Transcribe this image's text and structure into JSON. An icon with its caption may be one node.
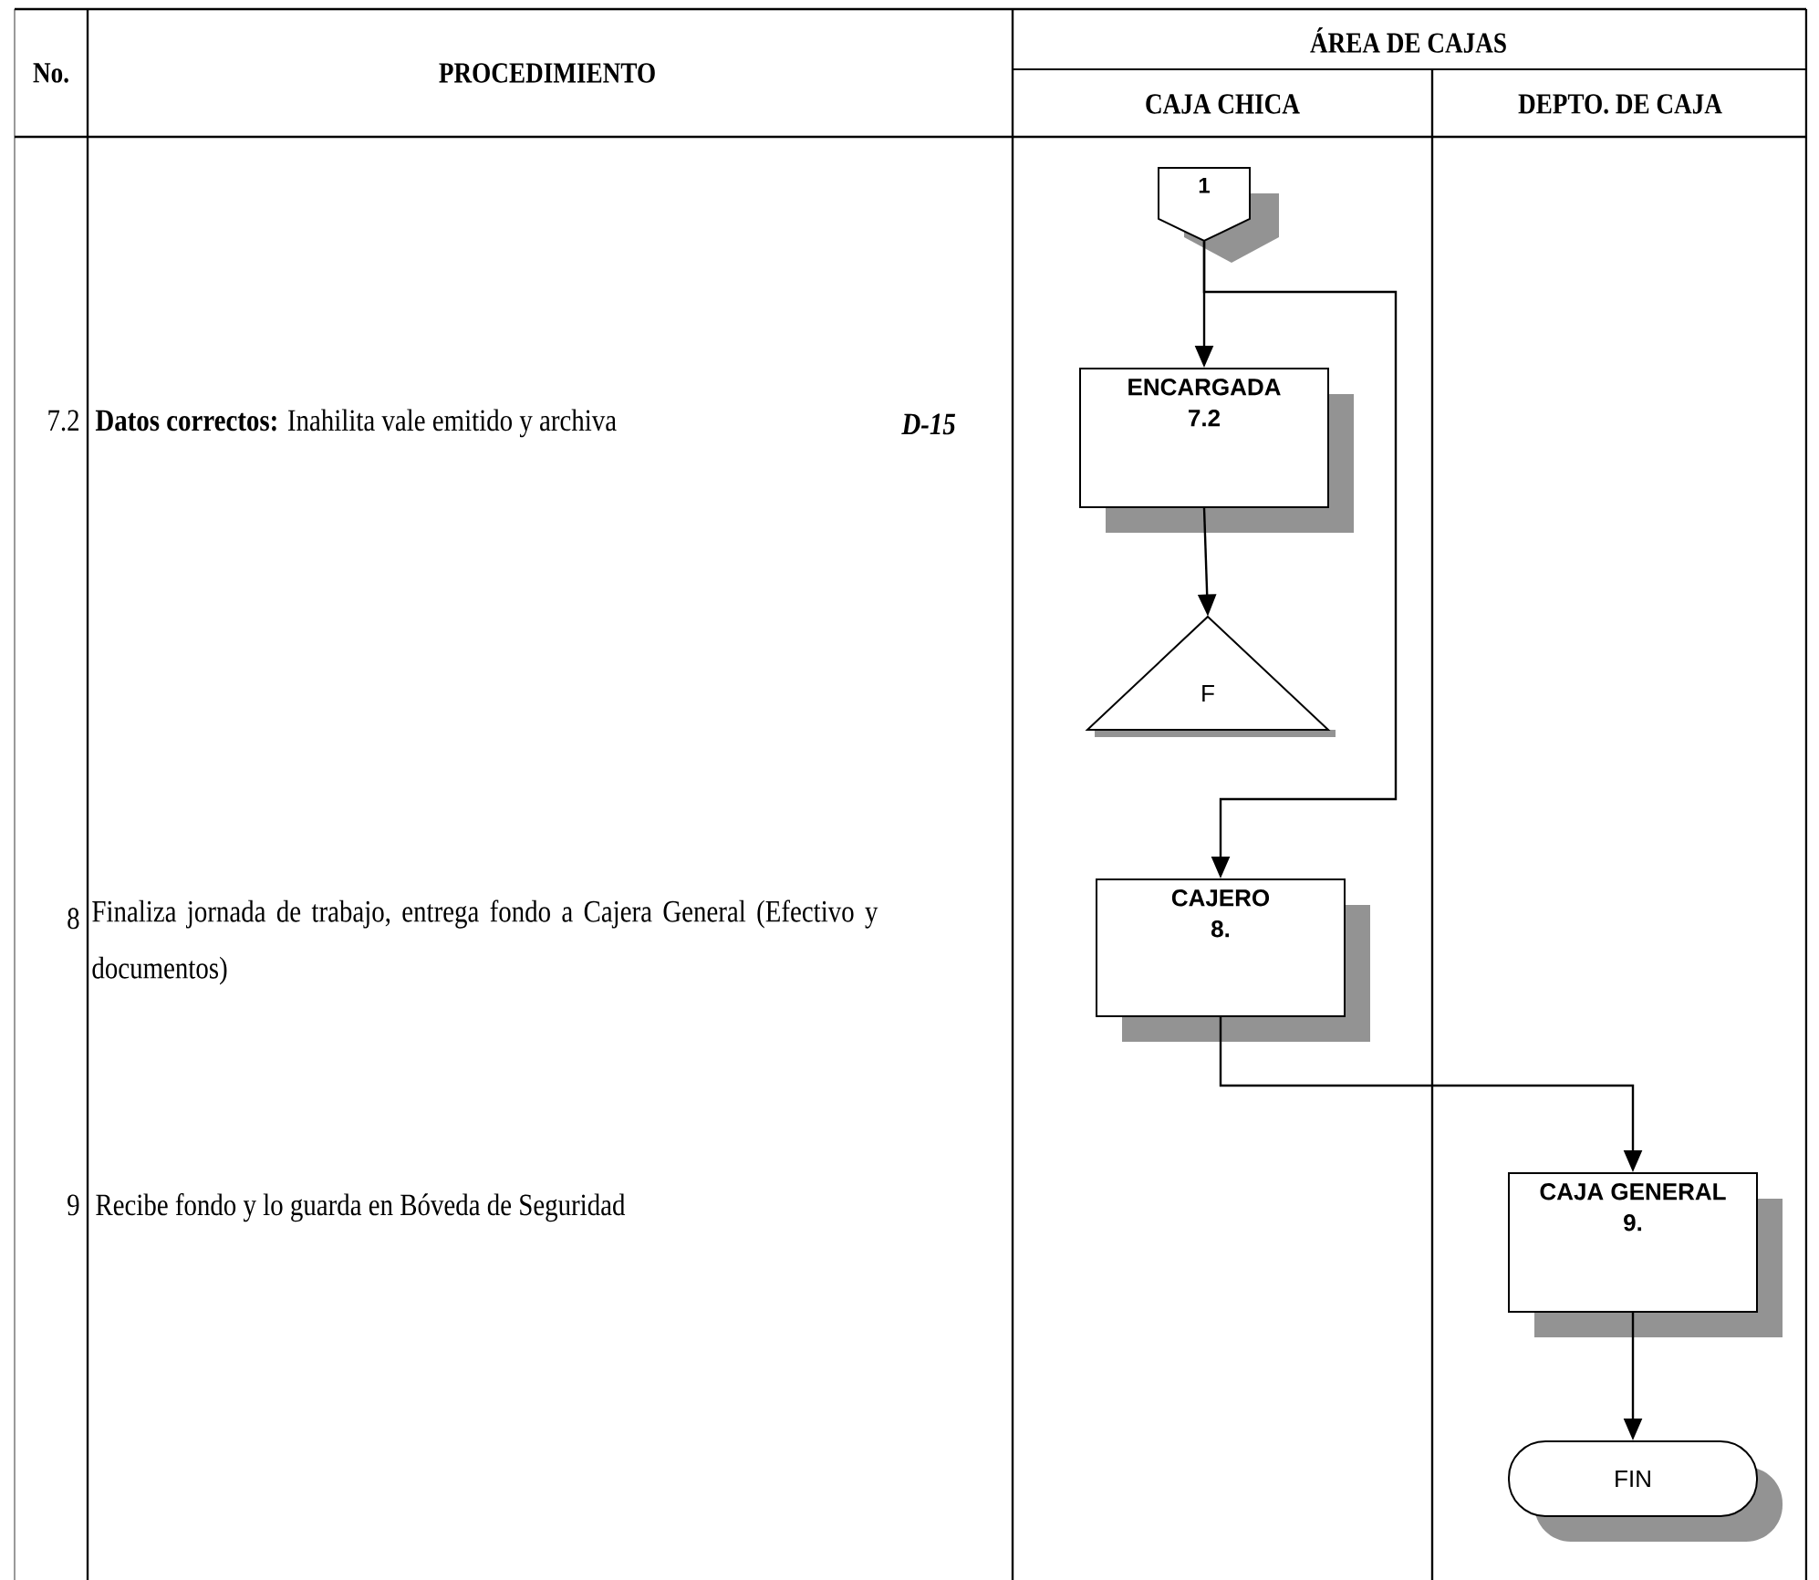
{
  "diagram": {
    "nodes": [
      {
        "text": [
          "1"
        ]
      },
      {
        "text": [
          "ENCARGADA",
          "7.2"
        ]
      },
      {
        "text": [
          "F"
        ]
      },
      {
        "text": [
          "CAJERO",
          "8."
        ]
      },
      {
        "text": [
          "CAJA GENERAL",
          "9."
        ]
      },
      {
        "text": [
          "FIN"
        ]
      }
    ],
    "edges": [
      {
        "from": 0,
        "to": 1,
        "arrow": "to"
      },
      {
        "from": 1,
        "to": 2,
        "arrow": "to"
      },
      {
        "from": 0,
        "to": 3,
        "arrow": "to"
      },
      {
        "from": 3,
        "to": 4,
        "arrow": "to"
      },
      {
        "from": 4,
        "to": 5,
        "arrow": "to"
      }
    ],
    "labels": [
      "No.",
      "PROCEDIMIENTO",
      "ÁREA DE CAJAS",
      "CAJA CHICA",
      "DEPTO. DE CAJA",
      "7.2",
      "**Datos correctos:** Inahilita vale emitido y archiva",
      "D-15",
      "8",
      "Finaliza jornada de trabajo, entrega fondo a Cajera General (Efectivo y documentos)",
      "9",
      "Recibe fondo y lo guarda en Bóveda de Seguridad"
    ]
  }
}
